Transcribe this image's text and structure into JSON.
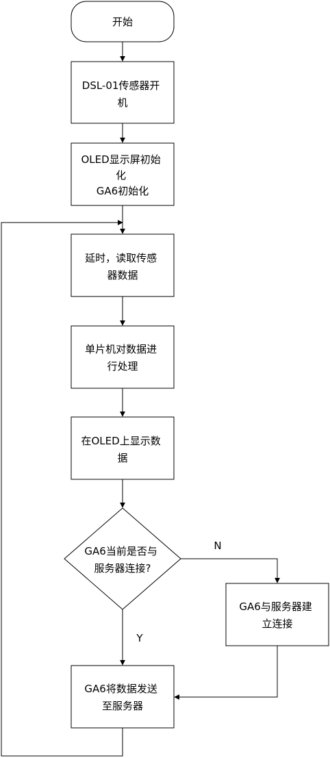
{
  "nodes": {
    "start": {
      "label": "开始"
    },
    "sensor_power": {
      "lines": [
        "DSL-01传感器开",
        "机"
      ]
    },
    "init": {
      "lines": [
        "OLED显示屏初始",
        "化",
        "GA6初始化"
      ]
    },
    "read": {
      "lines": [
        "延时，读取传感",
        "器数据"
      ]
    },
    "process": {
      "lines": [
        "单片机对数据进",
        "行处理"
      ]
    },
    "display": {
      "lines": [
        "在OLED上显示数",
        "据"
      ]
    },
    "decision": {
      "lines": [
        "GA6当前是否与",
        "服务器连接?"
      ]
    },
    "connect": {
      "lines": [
        "GA6与服务器建",
        "立连接"
      ]
    },
    "send": {
      "lines": [
        "GA6将数据发送",
        "至服务器"
      ]
    }
  },
  "edges": {
    "no_label": "N",
    "yes_label": "Y"
  }
}
